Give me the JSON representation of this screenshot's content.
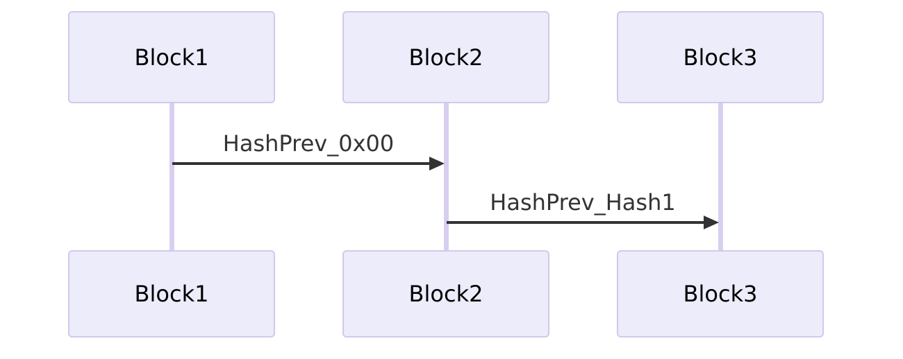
{
  "diagram": {
    "type": "sequence-diagram",
    "participants": [
      {
        "id": "block1",
        "label": "Block1"
      },
      {
        "id": "block2",
        "label": "Block2"
      },
      {
        "id": "block3",
        "label": "Block3"
      }
    ],
    "messages": [
      {
        "from": "Block1",
        "to": "Block2",
        "label": "HashPrev_0x00",
        "arrow": "solid-filled-arrowhead"
      },
      {
        "from": "Block2",
        "to": "Block3",
        "label": "HashPrev_Hash1",
        "arrow": "solid-filled-arrowhead"
      }
    ],
    "colors": {
      "background": "#FFFFFF",
      "actor_fill": "#ECECFA",
      "actor_border": "#D2C8EB",
      "actor_text": "#000000",
      "lifeline": "#D8CFF0",
      "message_line": "#333333",
      "message_text": "#333333"
    }
  }
}
